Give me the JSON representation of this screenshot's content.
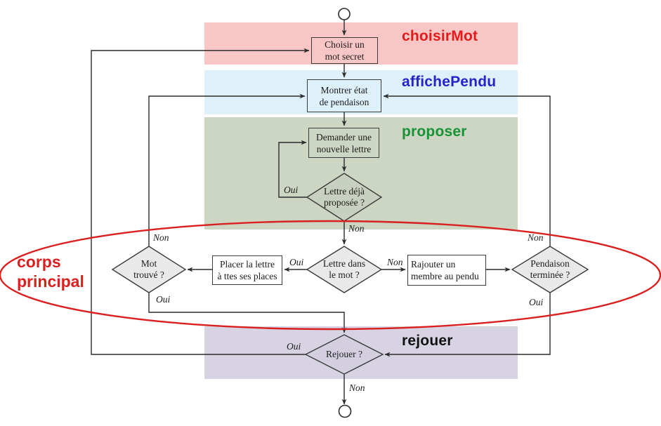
{
  "diagram": {
    "type": "flowchart",
    "language": "fr",
    "topic": "Algorithme du jeu du pendu"
  },
  "regions": {
    "choisir_mot": {
      "label": "choisirMot",
      "text_color": "#e41a1a",
      "band_color": "#f9c6c6"
    },
    "affiche_pendu": {
      "label": "affichePendu",
      "text_color": "#2424c9",
      "band_color": "#def0fa"
    },
    "proposer": {
      "label": "proposer",
      "text_color": "#169334",
      "band_color": "#ccd6c3"
    },
    "rejouer": {
      "label": "rejouer",
      "text_color": "#111111",
      "band_color": "#d8d3e2"
    },
    "corps_principal": {
      "line1": "corps",
      "line2": "principal",
      "color": "#da1f1f"
    }
  },
  "nodes": {
    "start": {
      "type": "terminal-circle"
    },
    "choisir": {
      "line1": "Choisir un",
      "line2": "mot secret"
    },
    "montrer": {
      "line1": "Montrer état",
      "line2": "de pendaison"
    },
    "demander": {
      "line1": "Demander une",
      "line2": "nouvelle lettre"
    },
    "lettre_deja": {
      "line1": "Lettre déjà",
      "line2": "proposée ?"
    },
    "lettre_dans": {
      "line1": "Lettre dans",
      "line2": "le mot ?"
    },
    "placer": {
      "line1": "Placer la lettre",
      "line2": "à ttes ses places"
    },
    "mot_trouve": {
      "line1": "Mot",
      "line2": "trouvé ?"
    },
    "rajouter": {
      "line1": "Rajouter un",
      "line2": "membre au pendu"
    },
    "pendaison": {
      "line1": "Pendaison",
      "line2": "terminée ?"
    },
    "rejouer_q": {
      "label": "Rejouer ?"
    },
    "end": {
      "type": "terminal-circle"
    }
  },
  "edge_labels": {
    "deja_oui": "Oui",
    "deja_non": "Non",
    "mot_non": "Non",
    "mot_oui": "Oui",
    "dans_oui": "Oui",
    "dans_non": "Non",
    "pend_non": "Non",
    "pend_oui": "Oui",
    "rejouer_oui": "Oui",
    "rejouer_non": "Non"
  },
  "colors": {
    "connector": "#2b2b2b",
    "node_border": "#3a3a3a",
    "diamond_gray": "#e9e9e9",
    "diamond_green": "#c8d1bf",
    "diamond_purple": "#d4cfdf",
    "annotation_red": "#da1f1f"
  }
}
